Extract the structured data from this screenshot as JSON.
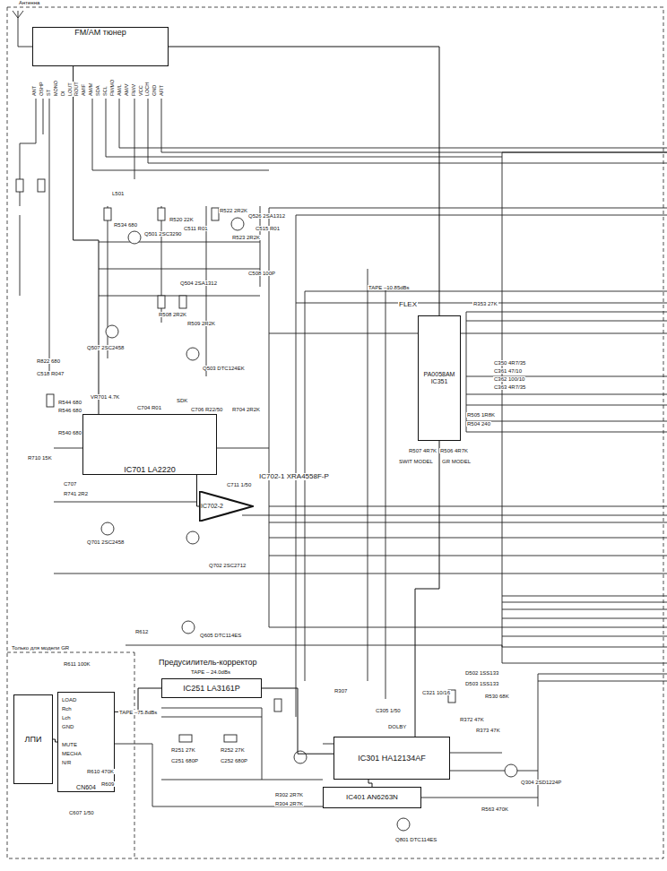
{
  "diagram": {
    "nodes": [
      {
        "text": [
          "FM/AM тюнер"
        ]
      },
      {
        "text": [
          "IC701 LA2220"
        ]
      },
      {
        "text": [
          "IC702-2"
        ]
      },
      {
        "text": [
          "PA0058AM",
          "IC351"
        ]
      },
      {
        "text": [
          "ЛПИ"
        ]
      },
      {
        "text": [
          "CN604"
        ]
      },
      {
        "text": [
          "IC251 LA3161P"
        ]
      },
      {
        "text": [
          "IC301 HA12134AF"
        ]
      },
      {
        "text": [
          "IC401 AN6263N"
        ]
      }
    ],
    "edges": [
      {
        "from": 0,
        "to": 1,
        "arrow": "none"
      },
      {
        "from": 1,
        "to": 2,
        "arrow": "none"
      },
      {
        "from": 0,
        "to": 3,
        "arrow": "none"
      },
      {
        "from": 4,
        "to": 5,
        "arrow": "none"
      },
      {
        "from": 5,
        "to": 6,
        "arrow": "none"
      },
      {
        "from": 6,
        "to": 7,
        "arrow": "none"
      },
      {
        "from": 7,
        "to": 8,
        "arrow": "none"
      },
      {
        "from": 7,
        "to": 3,
        "arrow": "none"
      }
    ],
    "labels": [
      "Антенна",
      "ANT",
      "OSHP",
      "ST",
      "MONO",
      "DI",
      "LOUT",
      "ROUT",
      "AMIF",
      "AM/M",
      "SDA",
      "SCL",
      "FM/MO",
      "AM/L",
      "AM/V",
      "FM/V",
      "VCC",
      "LOCH",
      "GND",
      "AFIT",
      "Только для модели GR",
      "Предусилитель-корректор",
      "TAPE – 24.0dBs",
      "FLEX",
      "TAPE –10.85dBs",
      "DOLBY",
      "TAPE –75.8dBs",
      "LOAD",
      "Rch",
      "Lch",
      "GND",
      "MUTE",
      "MECHA",
      "N/R",
      "R612",
      "Q605 DTC114ES",
      "R611 100K",
      "R610 470K",
      "R609",
      "C607 1/50",
      "IC702-1 XRA4558F-P",
      "L501",
      "R534 680",
      "Q501 2SC3290",
      "R520 22K",
      "C511 R01",
      "R522 2R2K",
      "Q526 2SA1312",
      "R523 2R2K",
      "C515 R01",
      "C508 100P",
      "Q504 2SA1312",
      "R508 2R2K",
      "R509 2R2K",
      "Q507 2SC2458",
      "Q503 DTC124EK",
      "C518 R047",
      "R822 680",
      "R544 680",
      "R546 680",
      "R540 680",
      "R710 15K",
      "VR701 4.7K",
      "C704 R01",
      "SDK",
      "C706 R22/50",
      "R704 2R2K",
      "C707",
      "R741 2R2",
      "C711 1/50",
      "Q701 2SC2458",
      "Q702 2SC2712",
      "R353 27K",
      "C350 4R7/35",
      "C361 47/10",
      "C362 100/10",
      "C363 4R7/35",
      "R505 1R8K",
      "R504 240",
      "R507 4R7K",
      "R506 4R7K",
      "SWIT MODEL",
      "GR MODEL",
      "R307",
      "C305 1/50",
      "C321 10/16",
      "D502 1SS133",
      "D503 1SS133",
      "R530 68K",
      "R372 47K",
      "R373 47K",
      "Q304 2SD1224P",
      "R563 470K",
      "Q801 DTC114ES",
      "R251 27K",
      "R252 27K",
      "C251 680P",
      "C252 680P",
      "R302 2R7K",
      "R304 2R7K"
    ]
  }
}
